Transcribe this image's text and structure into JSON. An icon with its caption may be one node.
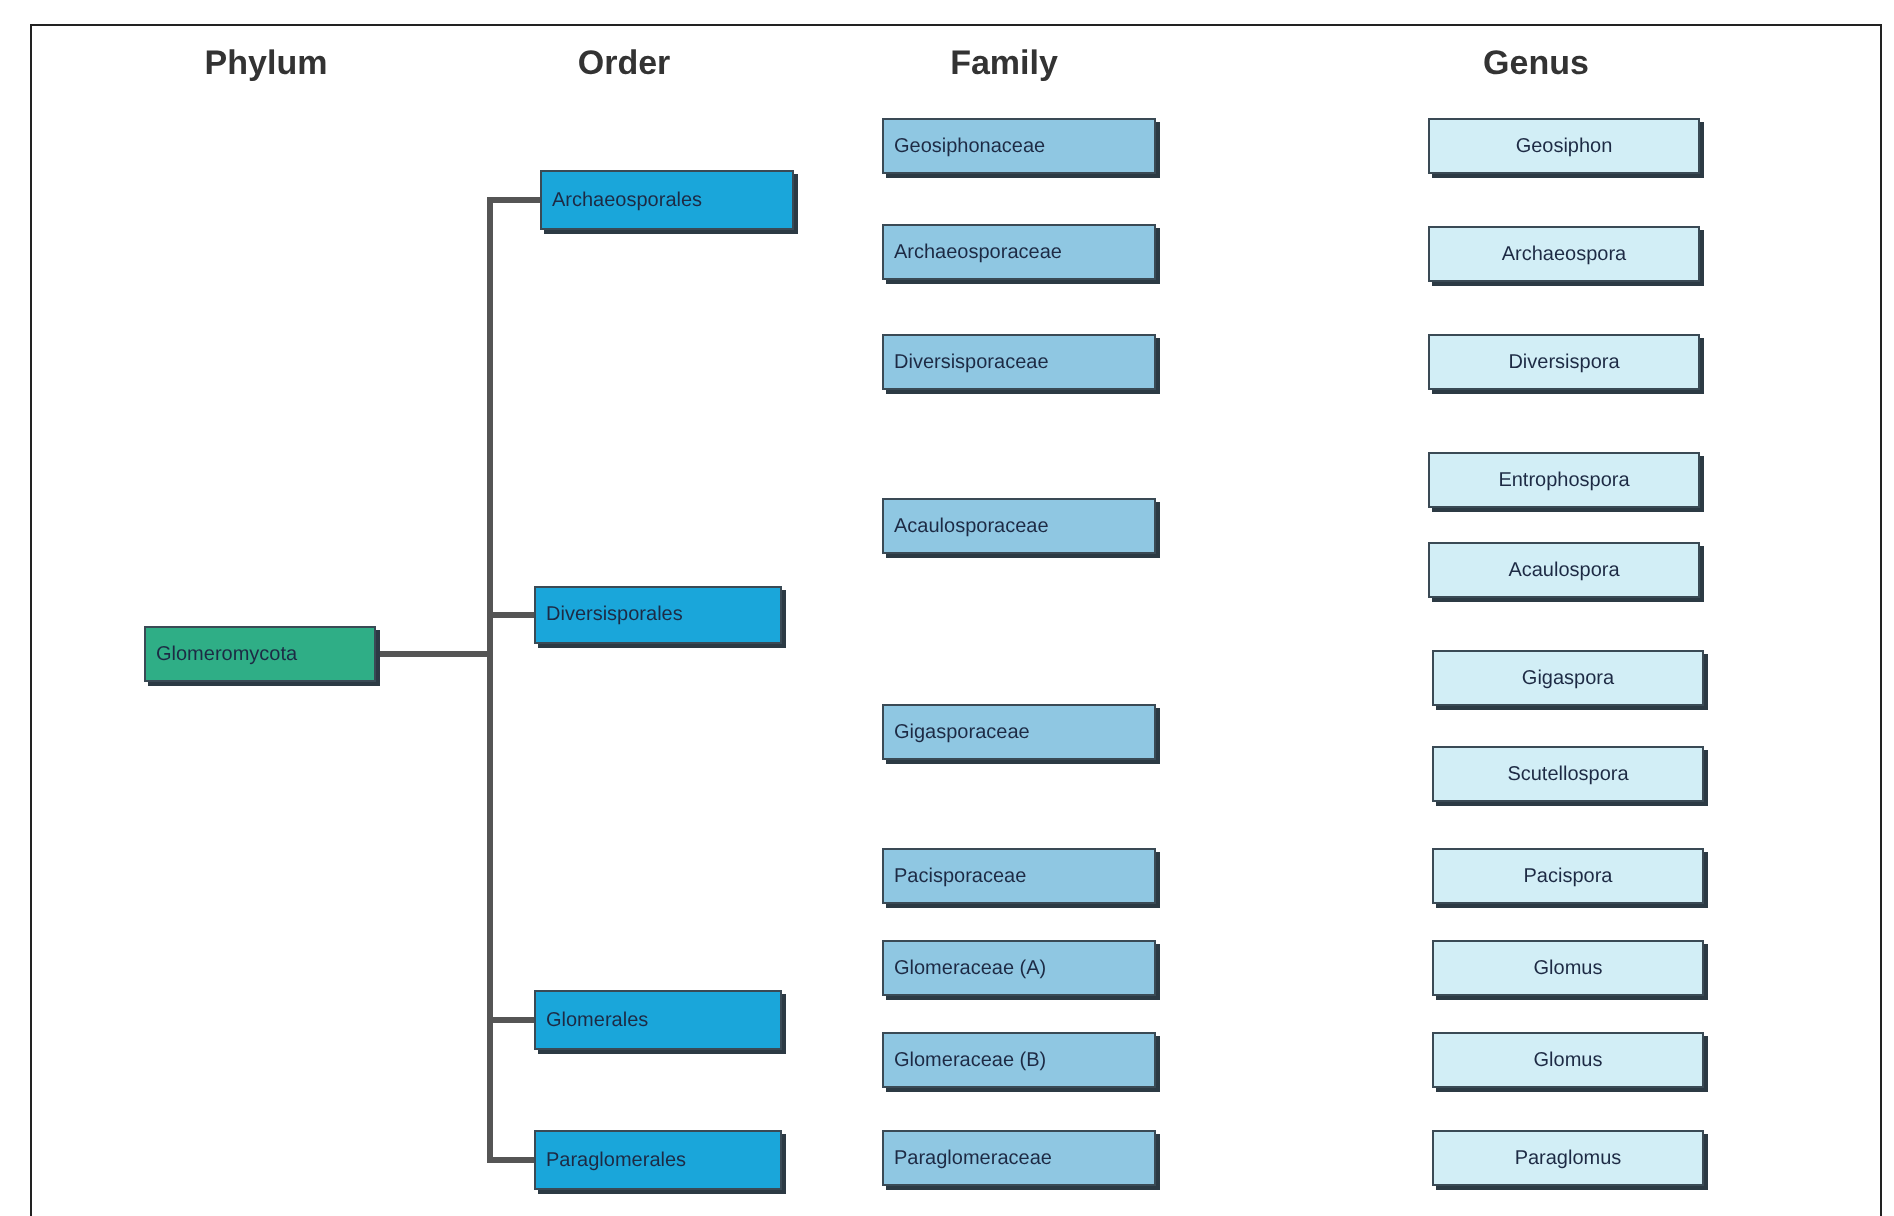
{
  "diagram": {
    "nodes": [
      {
        "text": [
          "Glomeromycota"
        ]
      },
      {
        "text": [
          "Archaeosporales"
        ]
      },
      {
        "text": [
          "Diversisporales"
        ]
      },
      {
        "text": [
          "Glomerales"
        ]
      },
      {
        "text": [
          "Paraglomerales"
        ]
      },
      {
        "text": [
          "Geosiphonaceae"
        ]
      },
      {
        "text": [
          "Archaeosporaceae"
        ]
      },
      {
        "text": [
          "Diversisporaceae"
        ]
      },
      {
        "text": [
          "Acaulosporaceae"
        ]
      },
      {
        "text": [
          "Gigasporaceae"
        ]
      },
      {
        "text": [
          "Pacisporaceae"
        ]
      },
      {
        "text": [
          "Glomeraceae (A)"
        ]
      },
      {
        "text": [
          "Glomeraceae (B)"
        ]
      },
      {
        "text": [
          "Paraglomeraceae"
        ]
      },
      {
        "text": [
          "Geosiphon"
        ]
      },
      {
        "text": [
          "Archaeospora"
        ]
      },
      {
        "text": [
          "Diversispora"
        ]
      },
      {
        "text": [
          "Entrophospora"
        ]
      },
      {
        "text": [
          "Acaulospora"
        ]
      },
      {
        "text": [
          "Gigaspora"
        ]
      },
      {
        "text": [
          "Scutellospora"
        ]
      },
      {
        "text": [
          "Pacispora"
        ]
      },
      {
        "text": [
          "Glomus"
        ]
      },
      {
        "text": [
          "Glomus"
        ]
      },
      {
        "text": [
          "Paraglomus"
        ]
      }
    ],
    "edges": [
      {
        "from": 0,
        "to": 1,
        "arrow": "none"
      },
      {
        "from": 0,
        "to": 2,
        "arrow": "none"
      },
      {
        "from": 0,
        "to": 3,
        "arrow": "none"
      },
      {
        "from": 0,
        "to": 4,
        "arrow": "none"
      }
    ],
    "labels": [
      "Phylum",
      "Order",
      "Family",
      "Genus"
    ]
  }
}
